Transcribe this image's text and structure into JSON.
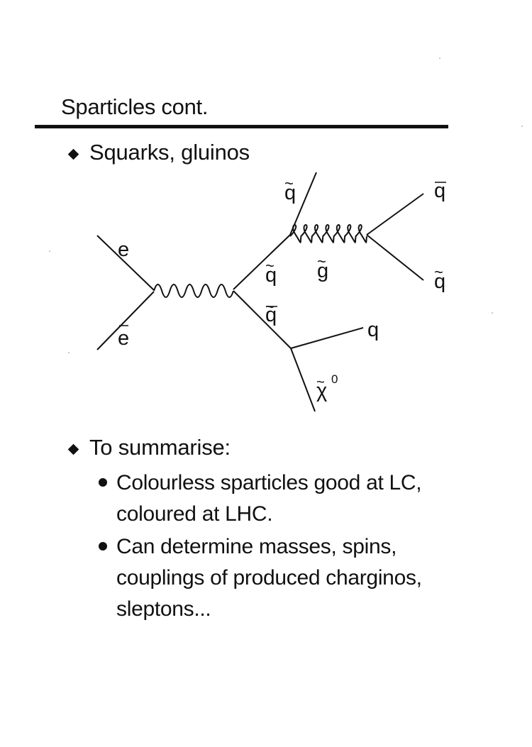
{
  "slide": {
    "title": "Sparticles cont.",
    "bullet1": "Squarks, gluinos",
    "bullet2": "To summarise:",
    "sub1": {
      "line1": "Colourless sparticles good at LC,",
      "line2": "coloured at LHC."
    },
    "sub2": {
      "line1": "Can determine masses, spins,",
      "line2": "couplings of produced charginos,",
      "line3": "sleptons..."
    }
  },
  "diagram": {
    "labels": {
      "e_top": "e",
      "e_bottom": "e",
      "squark_upper": "q",
      "squark_lower": "q",
      "squark_out_top": "q",
      "antiquark_out": "q",
      "squark_out_right": "q",
      "gluino": "g",
      "quark_out": "q",
      "neutralino": "χ",
      "neutralino_sup": "0"
    }
  }
}
